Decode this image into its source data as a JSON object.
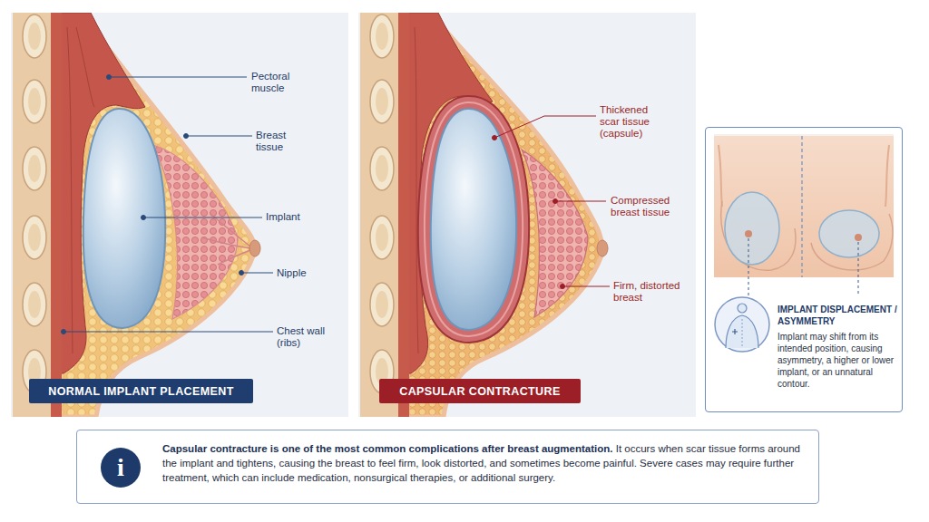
{
  "diagram": {
    "nodes": [
      {
        "text": [
          "NORMAL IMPLANT PLACEMENT"
        ]
      },
      {
        "text": [
          "CAPSULAR CONTRACTURE"
        ]
      },
      {
        "text": [
          "IMPLANT DISPLACEMENT / ASYMMETRY",
          "Implant may shift from its intended position, causing asymmetry, a higher or lower implant, or an unnatural contour."
        ]
      },
      {
        "text": [
          "Capsular contracture is one of the most common complications after breast augmentation.",
          "It occurs when scar tissue forms around the implant and tightens, causing the breast to feel firm, look distorted, and sometimes become painful. Severe cases may require further treatment, which can include medication, nonsurgical therapies, or additional surgery."
        ]
      },
      {
        "text": [
          "i"
        ],
        "in": 3
      }
    ],
    "labels": [
      "Pectoral muscle",
      "Breast tissue",
      "Implant",
      "Nipple",
      "Chest wall (ribs)",
      "Thickened scar tissue (capsule)",
      "Compressed breast tissue",
      "Firm, distorted breast"
    ]
  }
}
